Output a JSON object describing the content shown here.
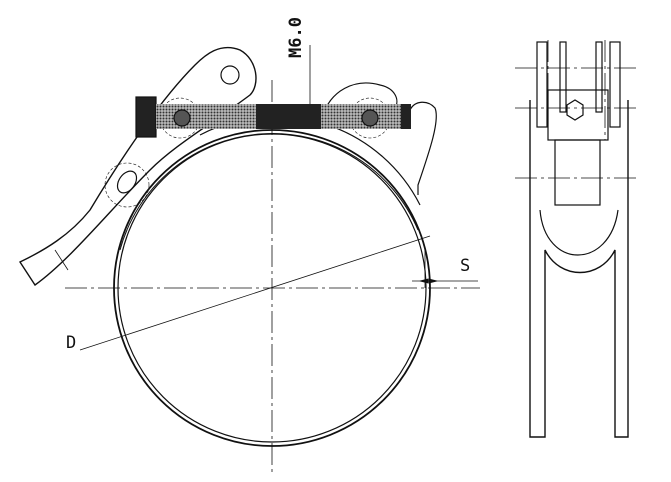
{
  "drawing": {
    "thread_label": "M6.0",
    "diameter_label": "D",
    "thickness_label": "S"
  }
}
